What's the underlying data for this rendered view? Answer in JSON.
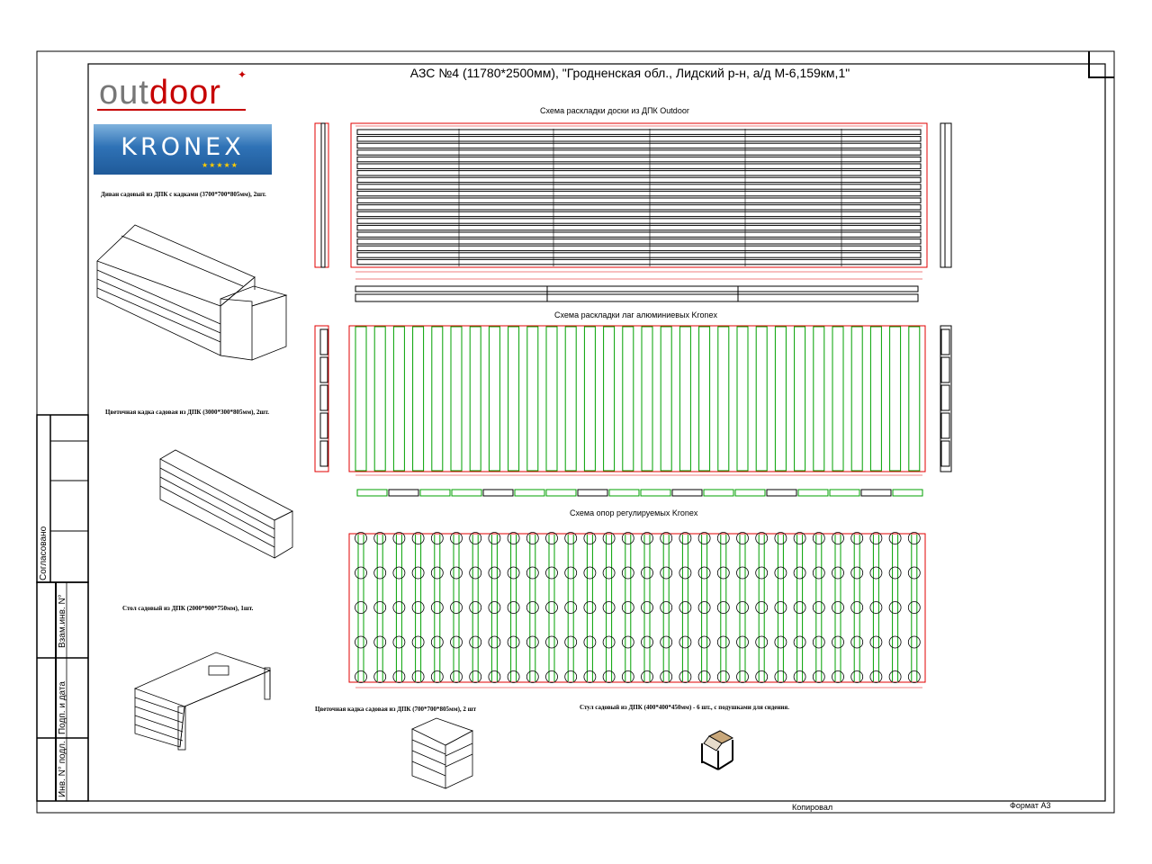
{
  "title": "АЗС №4 (11780*2500мм), \"Гродненская обл., Лидский р-н, а/д М-6,159км,1\"",
  "logos": {
    "outdoor_prefix": "out",
    "outdoor_suffix": "door",
    "kronex": "KRONEX",
    "kronex_stars": "★★★★★"
  },
  "schemes": {
    "deck_boards": "Схема раскладки доски из ДПК Outdoor",
    "aluminium_joists": "Схема раскладки лаг алюминиевых Kronex",
    "adjustable_supports": "Схема опор регулируемых Kronex"
  },
  "products": {
    "sofa": "Диван садовый из ДПК с кадками (3700*700*805мм), 2шт.",
    "planter_long": "Цветочная кадка садовая из ДПК (3000*300*805мм), 2шт.",
    "table": "Стол садовый из ДПК (2000*900*750мм), 1шт.",
    "planter_small": "Цветочная кадка садовая из ДПК (700*700*805мм), 2 шт",
    "chair": "Стул садовый из ДПК (400*400*450мм) - 6 шт., с подушками для сидения."
  },
  "stamp": {
    "agreed": "Согласовано",
    "replaced_inv": "Взам.инв. N°",
    "sign_date": "Подп. и дата",
    "inv_orig": "Инв. N° подл."
  },
  "footer": {
    "copied": "Копировал",
    "format": "Формат А3"
  },
  "colors": {
    "frame": "#000000",
    "dimension": "#e00000",
    "joist": "#00a000",
    "kronex_blue": "#2f72b6",
    "outdoor_red": "#c60000"
  }
}
